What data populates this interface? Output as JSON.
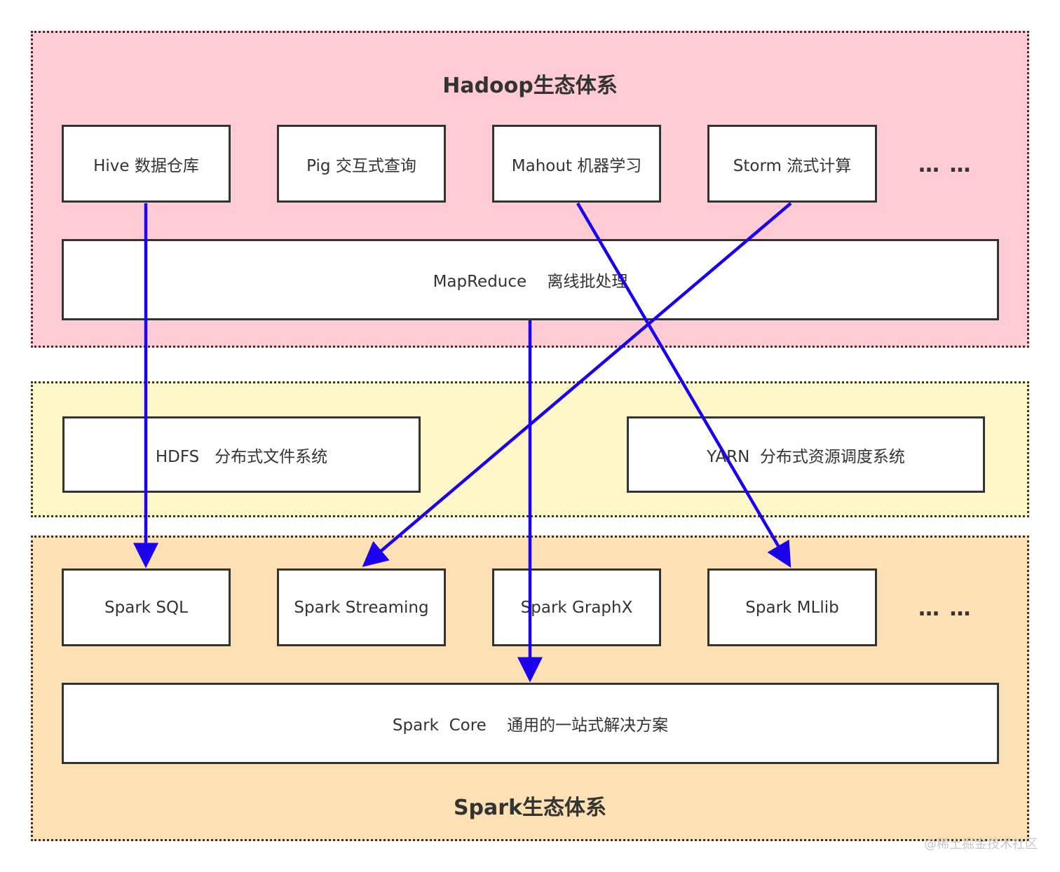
{
  "colors": {
    "hadoop_bg": "#ffccd5",
    "middle_bg": "#fdf7c8",
    "spark_bg": "#fde0b4",
    "border": "#333333",
    "arrow": "#1a00ee"
  },
  "hadoop": {
    "title": "Hadoop生态体系",
    "nodes": {
      "hive": "Hive 数据仓库",
      "pig": "Pig 交互式查询",
      "mahout": "Mahout 机器学习",
      "storm": "Storm 流式计算"
    },
    "ellipsis": "… …",
    "mapreduce": "MapReduce    离线批处理"
  },
  "middle": {
    "hdfs": "HDFS   分布式文件系统",
    "yarn": "YARN  分布式资源调度系统"
  },
  "spark": {
    "title": "Spark生态体系",
    "nodes": {
      "sql": "Spark SQL",
      "streaming": "Spark Streaming",
      "graphx": "Spark GraphX",
      "mllib": "Spark MLlib"
    },
    "ellipsis": "… …",
    "core": "Spark  Core    通用的一站式解决方案"
  },
  "watermark": "@稀土掘金技术社区"
}
